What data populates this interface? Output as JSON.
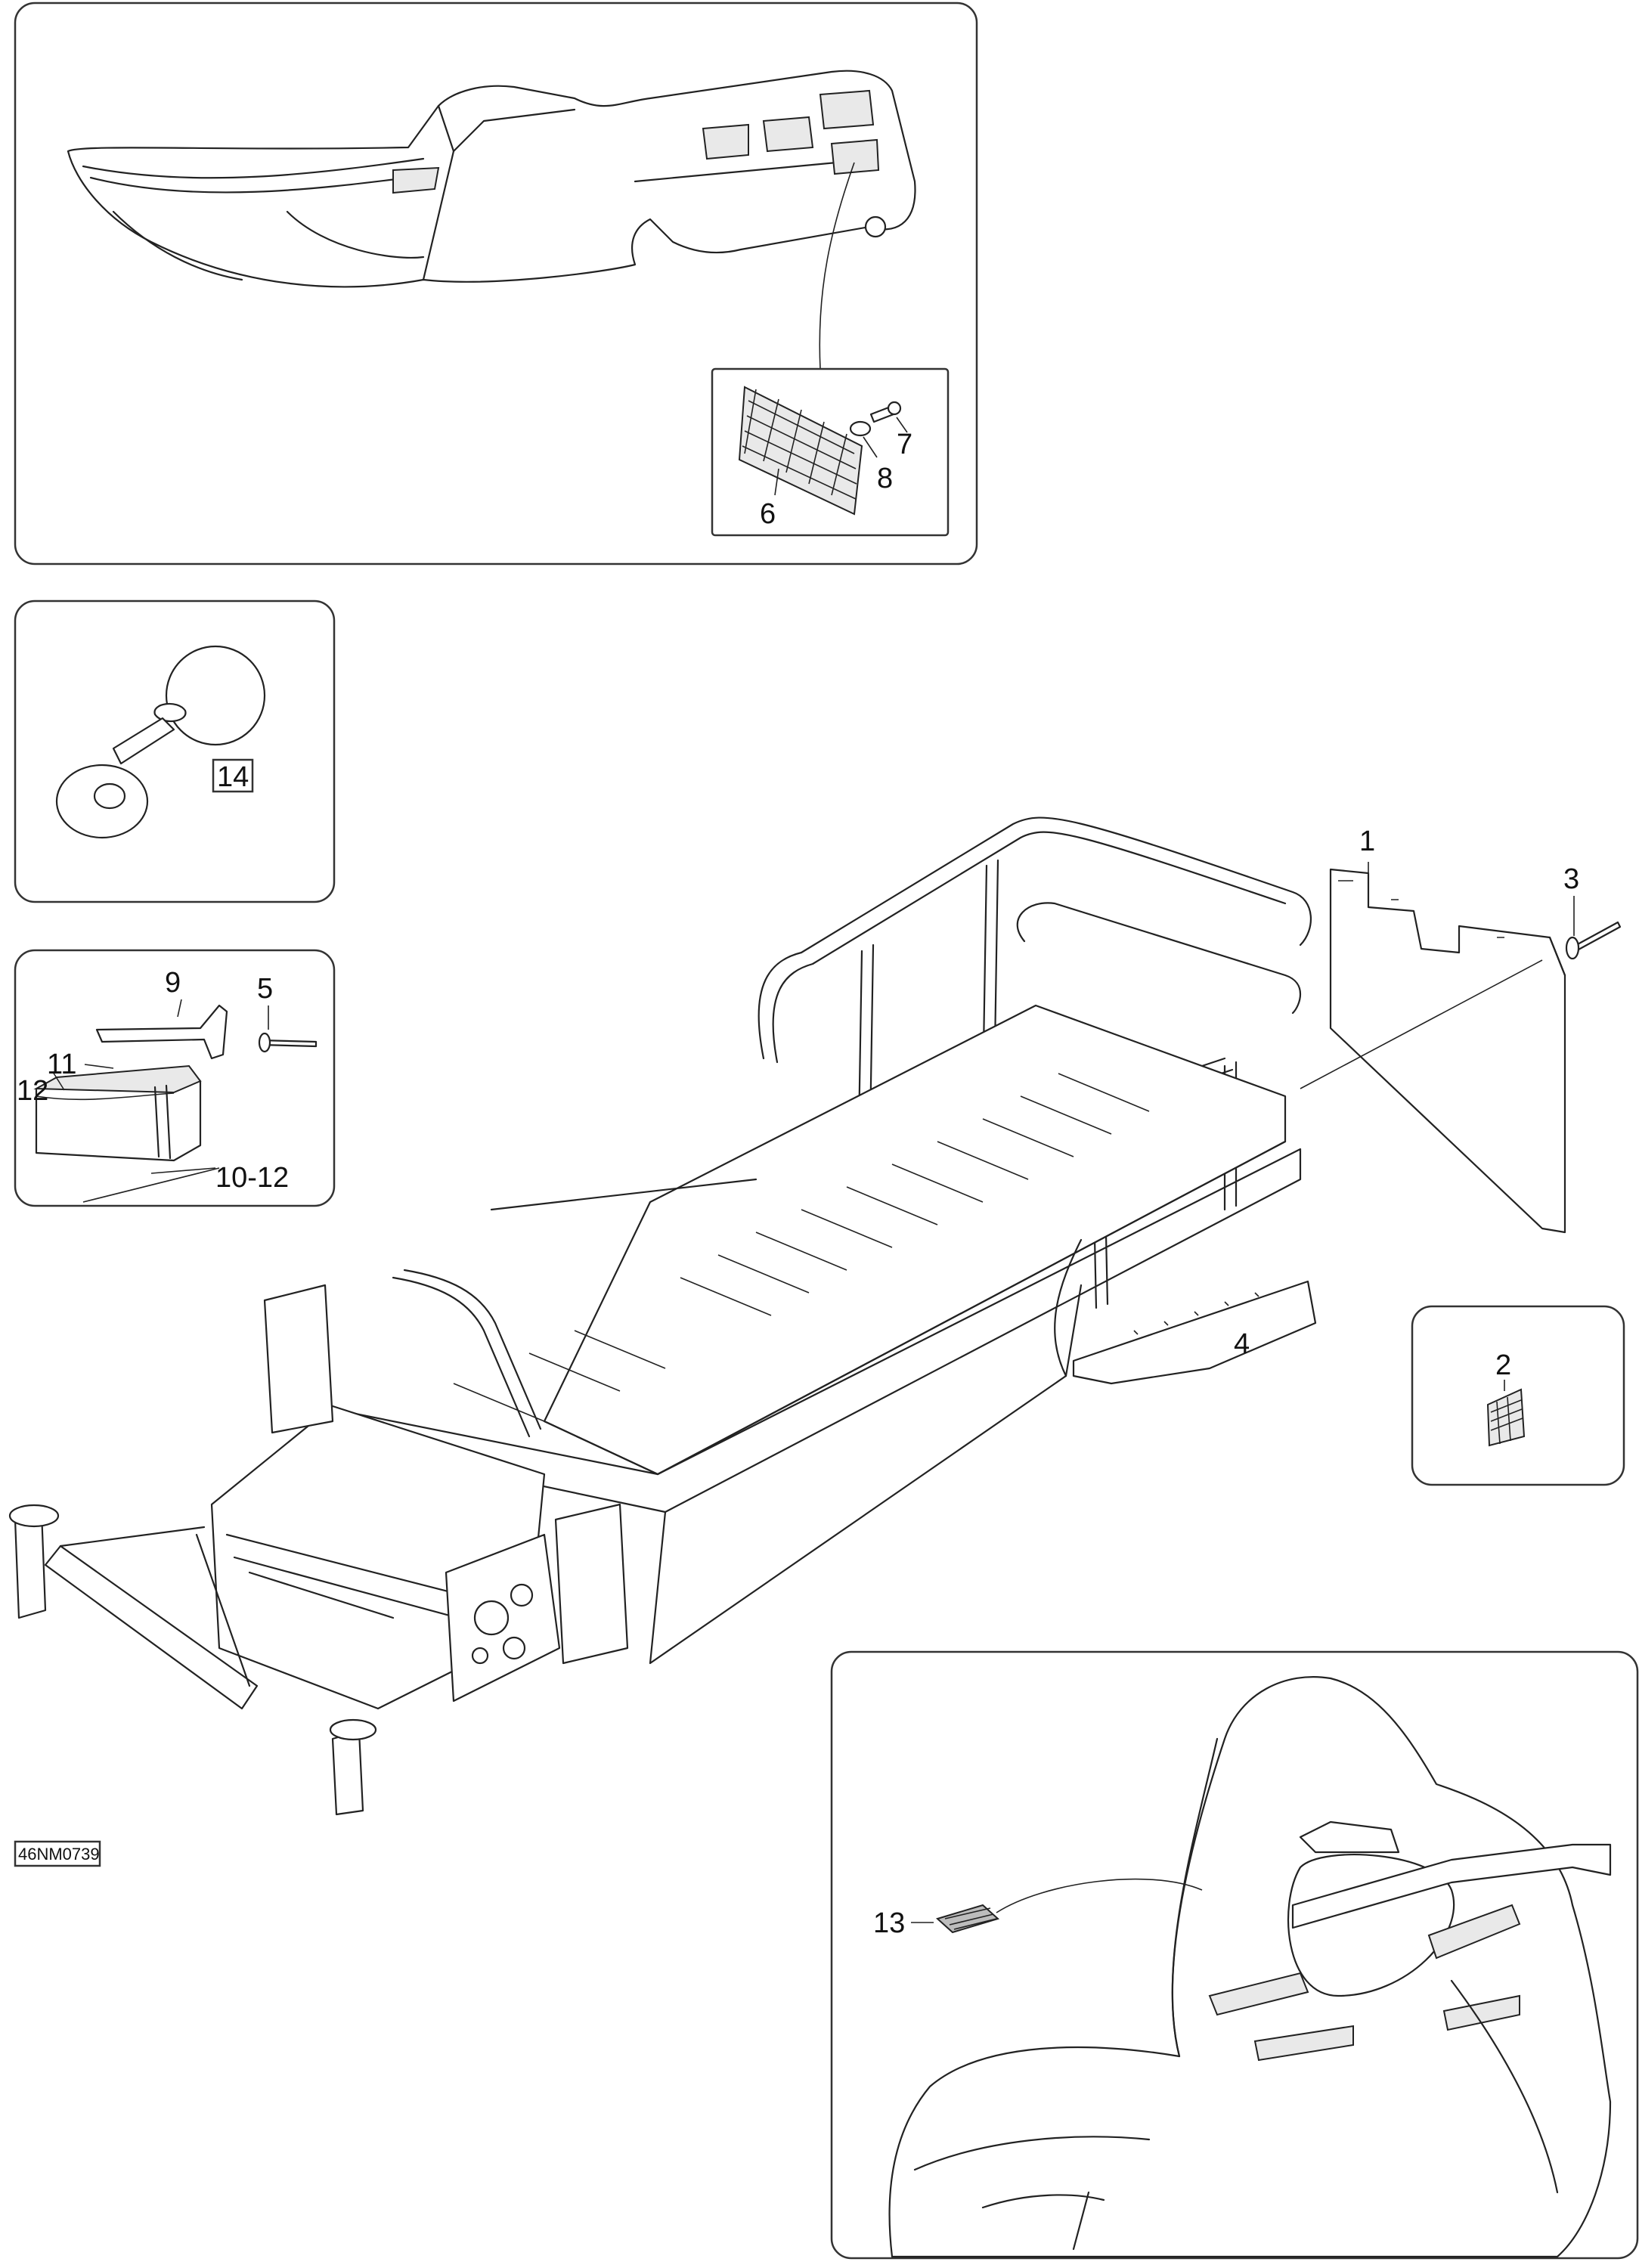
{
  "labels": {
    "p1": "1",
    "p2": "2",
    "p3": "3",
    "p4": "4",
    "p5": "5",
    "p6": "6",
    "p7": "7",
    "p8": "8",
    "p9": "9",
    "p10_12": "10-12",
    "p11": "11",
    "p12": "12",
    "p13": "13",
    "p14": "14"
  },
  "diagram_ref": "46NM0739",
  "colors": {
    "line": "#222222",
    "panel_border": "#333333",
    "background": "#ffffff"
  }
}
